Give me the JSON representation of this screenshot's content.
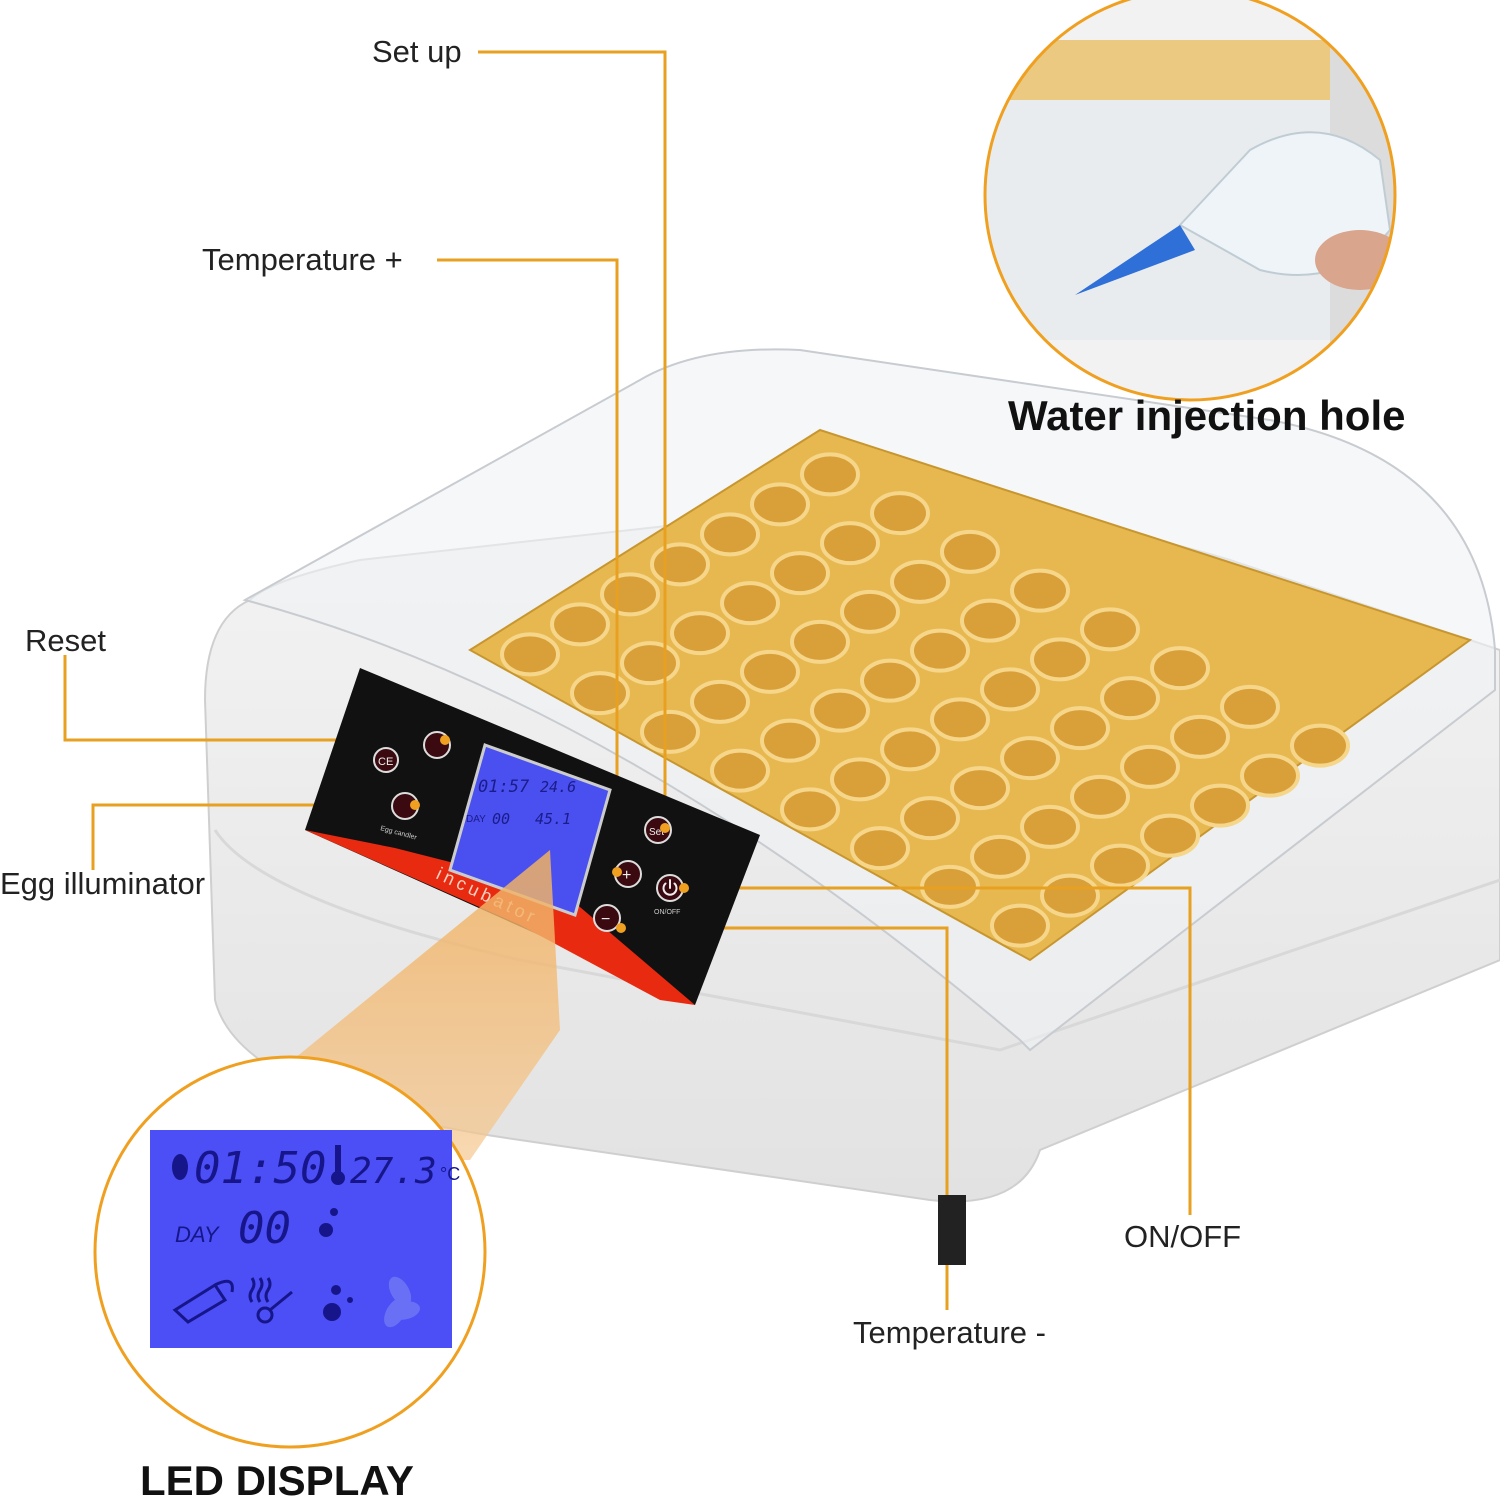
{
  "callouts": {
    "set_up": "Set up",
    "temperature_plus": "Temperature +",
    "reset": "Reset",
    "egg_illuminator": "Egg illuminator",
    "on_off": "ON/OFF",
    "temperature_minus": "Temperature -"
  },
  "insets": {
    "water_title": "Water injection hole",
    "led_title": "LED DISPLAY"
  },
  "panel": {
    "brand": "incubator",
    "set_button": "Set",
    "plus_button": "+",
    "minus_button": "−",
    "egg_candler_caption": "Egg candler",
    "onoff_caption": "ON/OFF",
    "lcd_time": "01:57",
    "lcd_temp": "24.6",
    "lcd_day_label": "DAY",
    "lcd_day": "00",
    "lcd_humidity": "45.1"
  },
  "led_display": {
    "time": "01:50",
    "temperature": "27.3",
    "temperature_unit": "°C",
    "day_label": "DAY",
    "day": "00"
  },
  "colors": {
    "callout_line": "#e8a020",
    "tray": "#e8b850",
    "lcd": "#4a50f0",
    "panel": "#111111",
    "panel_red": "#e82a10"
  }
}
